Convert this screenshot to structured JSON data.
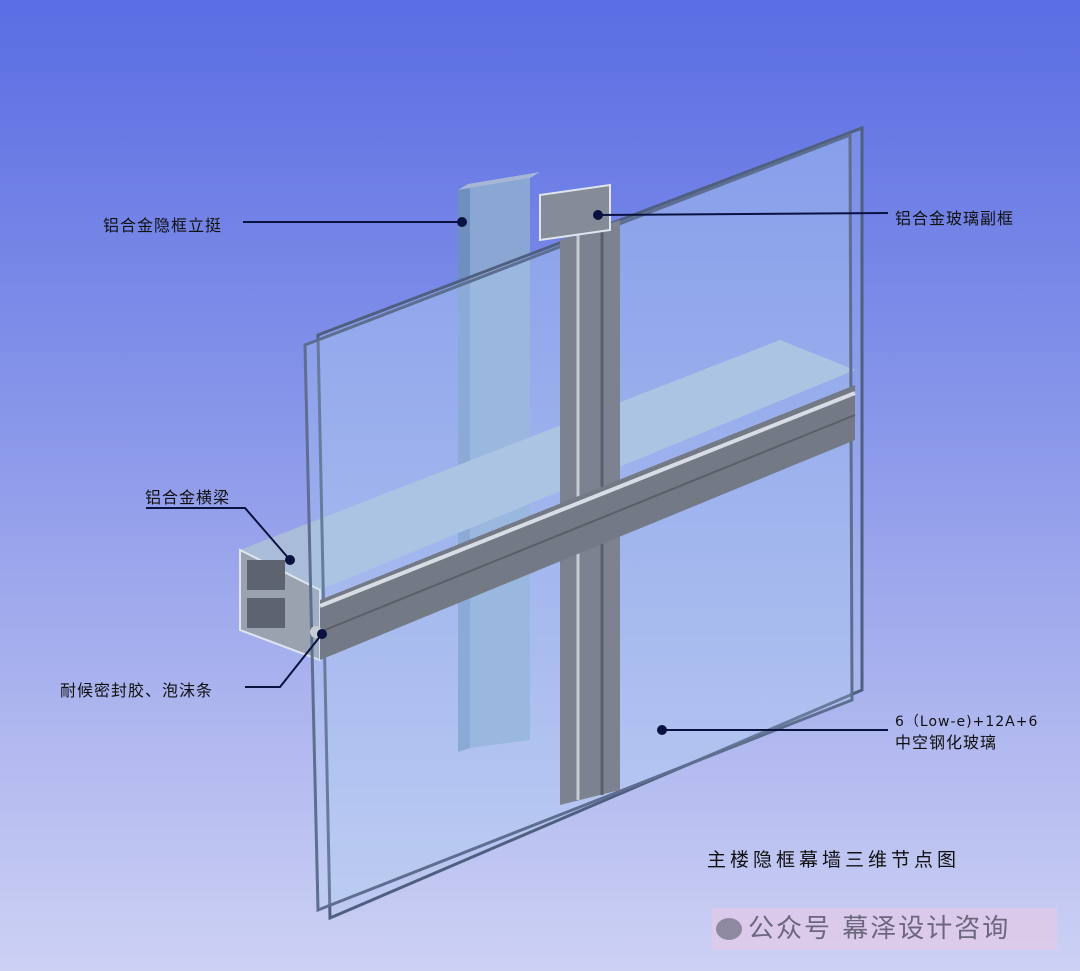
{
  "labels": {
    "mullion": "铝合金隐框立挺",
    "sub_frame": "铝合金玻璃副框",
    "transom": "铝合金横梁",
    "sealant": "耐候密封胶、泡沫条",
    "glass_spec": "6（Low-e)+12A+6",
    "glass_name": "中空钢化玻璃"
  },
  "title": "主楼隐框幕墙三维节点图",
  "watermark": "公众号 幕泽设计咨询"
}
